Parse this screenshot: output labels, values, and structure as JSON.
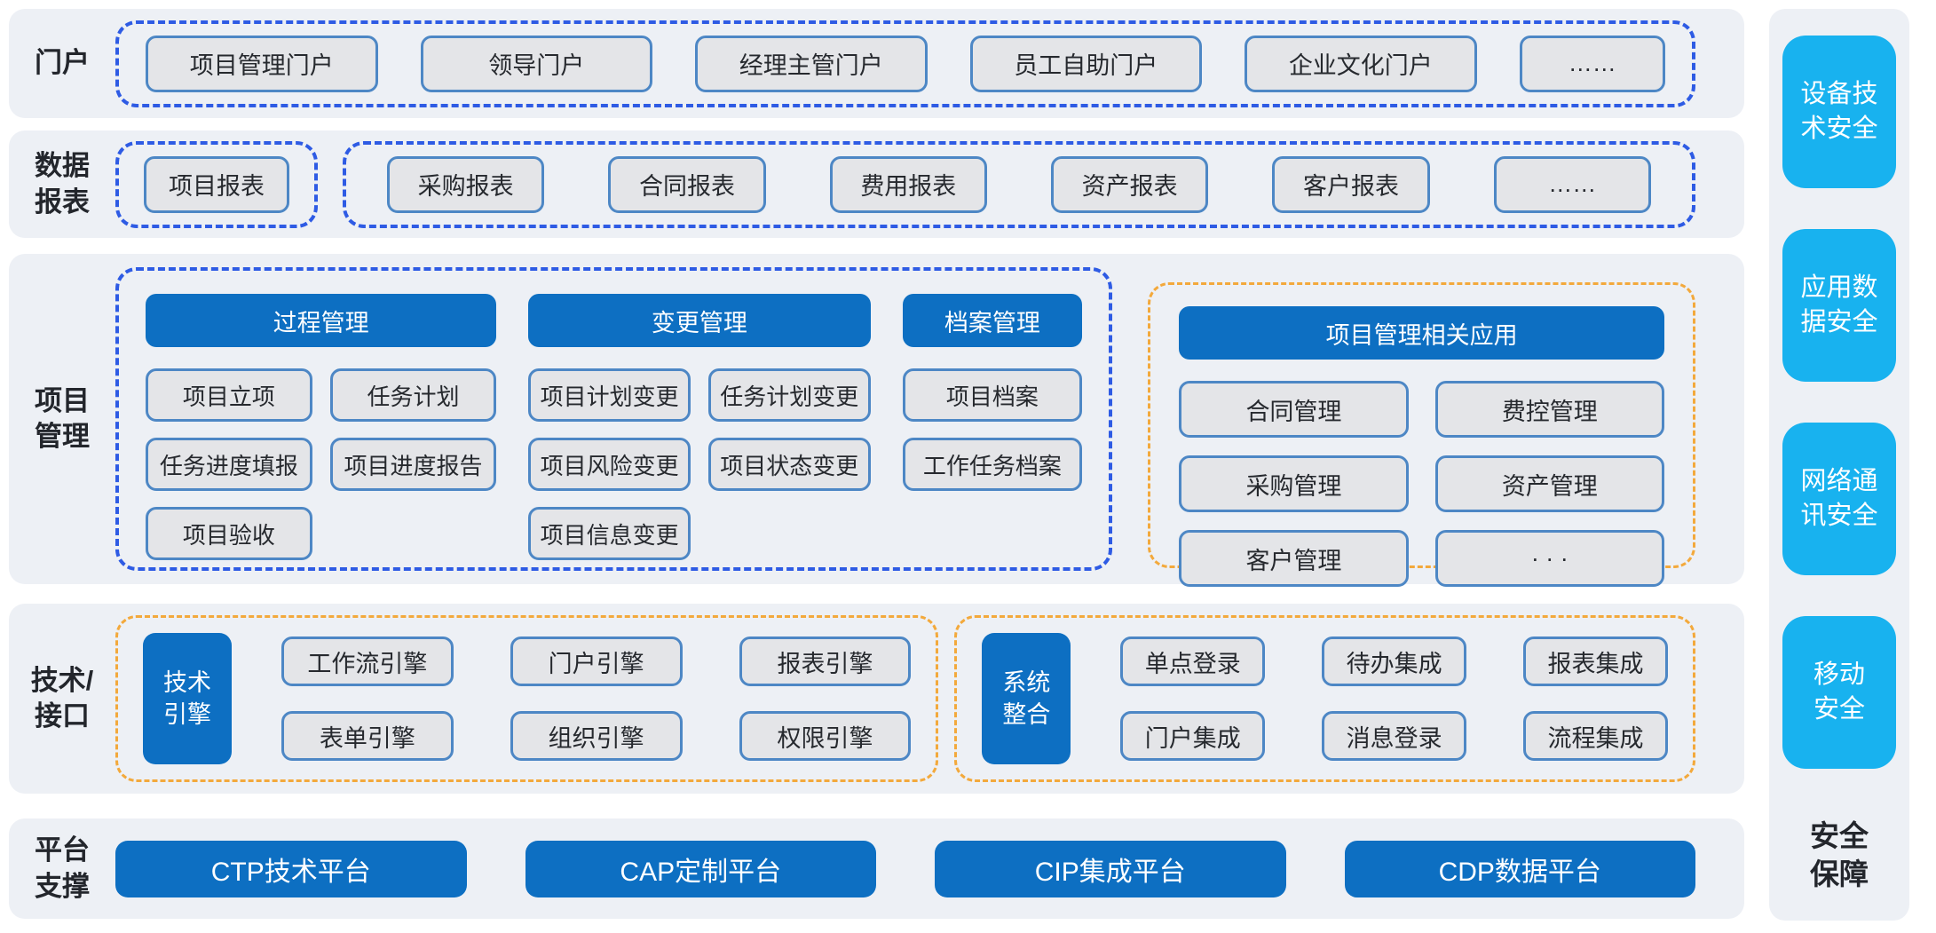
{
  "colors": {
    "panel_bg": "#edf0f5",
    "primary_blue": "#0d6fc2",
    "cyan": "#18b2ef",
    "gray_button_bg": "#e4e5e8",
    "gray_button_border": "#4d87c5",
    "dashed_blue": "#2e5be4",
    "dashed_orange": "#f3a93c",
    "text_dark": "#26292e"
  },
  "portal_row": {
    "label": "门户",
    "items": [
      "项目管理门户",
      "领导门户",
      "经理主管门户",
      "员工自助门户",
      "企业文化门户",
      "……"
    ]
  },
  "report_row": {
    "label": "数据\n报表",
    "primary_item": "项目报表",
    "items": [
      "采购报表",
      "合同报表",
      "费用报表",
      "资产报表",
      "客户报表",
      "……"
    ]
  },
  "project_row": {
    "label": "项目\n管理",
    "process": {
      "header": "过程管理",
      "items": [
        "项目立项",
        "任务计划",
        "任务进度填报",
        "项目进度报告",
        "项目验收"
      ]
    },
    "change": {
      "header": "变更管理",
      "items": [
        "项目计划变更",
        "任务计划变更",
        "项目风险变更",
        "项目状态变更",
        "项目信息变更"
      ]
    },
    "archive": {
      "header": "档案管理",
      "items": [
        "项目档案",
        "工作任务档案"
      ]
    },
    "related": {
      "header": "项目管理相关应用",
      "items": [
        "合同管理",
        "费控管理",
        "采购管理",
        "资产管理",
        "客户管理",
        "· · ·"
      ]
    }
  },
  "tech_row": {
    "label": "技术/\n接口",
    "engine": {
      "header": "技术\n引擎",
      "items": [
        "工作流引擎",
        "门户引擎",
        "报表引擎",
        "表单引擎",
        "组织引擎",
        "权限引擎"
      ]
    },
    "integration": {
      "header": "系统\n整合",
      "items": [
        "单点登录",
        "待办集成",
        "报表集成",
        "门户集成",
        "消息登录",
        "流程集成"
      ]
    }
  },
  "platform_row": {
    "label": "平台\n支撑",
    "items": [
      "CTP技术平台",
      "CAP定制平台",
      "CIP集成平台",
      "CDP数据平台"
    ]
  },
  "security_column": {
    "items": [
      "设备技\n术安全",
      "应用数\n据安全",
      "网络通\n讯安全",
      "移动\n安全"
    ],
    "label": "安全\n保障"
  }
}
